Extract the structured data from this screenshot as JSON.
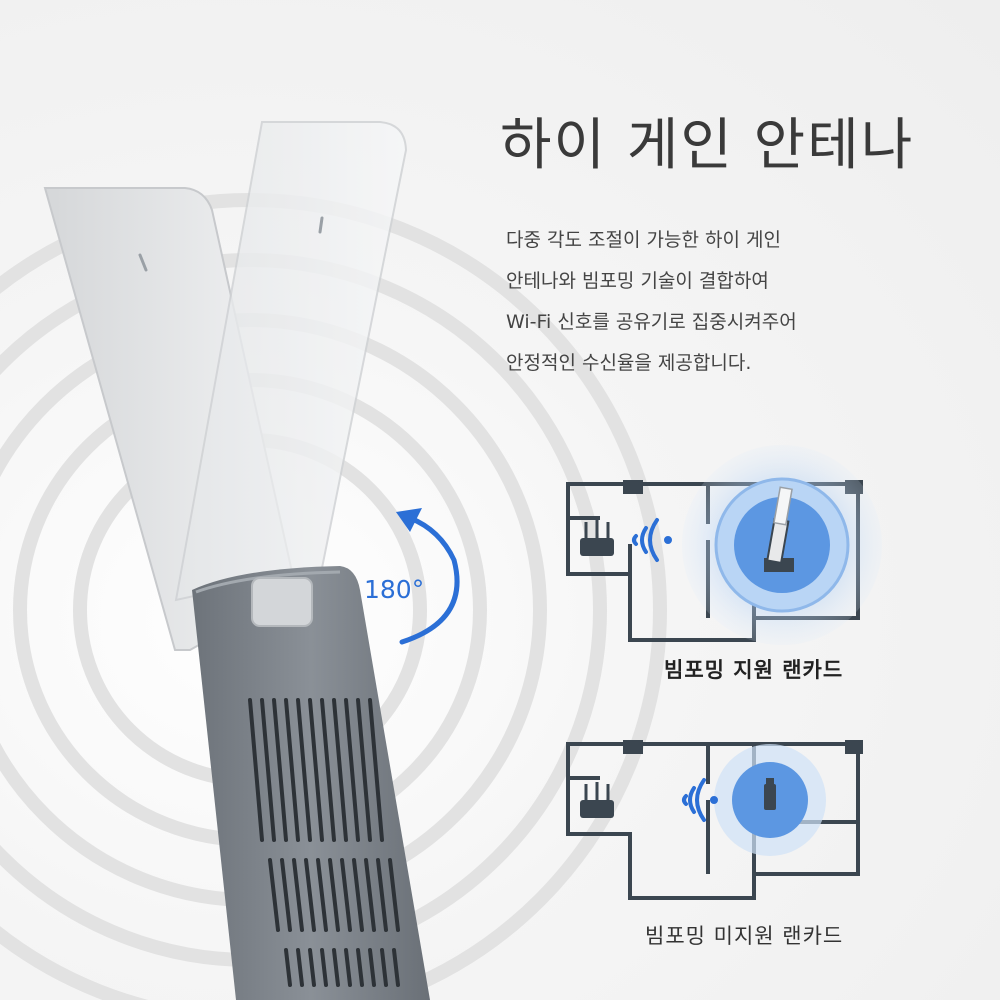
{
  "headline": "하이 게인 안테나",
  "description_lines": [
    "다중 각도 조절이 가능한 하이 게인",
    "안테나와 빔포밍 기술이 결합하여",
    "Wi-Fi 신호를 공유기로 집중시켜주어",
    "안정적인 수신율을 제공합니다."
  ],
  "rotation_label": "180°",
  "diagrams": [
    {
      "caption": "빔포밍 지원 랜카드",
      "beamforming": true
    },
    {
      "caption": "빔포밍 미지원 랜카드",
      "beamforming": false
    }
  ],
  "colors": {
    "accent_blue": "#2b6fd6",
    "floorplan_line": "#3b4650",
    "device_body": "#7d848c",
    "antenna_panel": "#e8e9ea"
  },
  "icons": [
    "wifi-signal-icon",
    "router-icon",
    "usb-adapter-icon",
    "rotate-arrow-icon"
  ]
}
